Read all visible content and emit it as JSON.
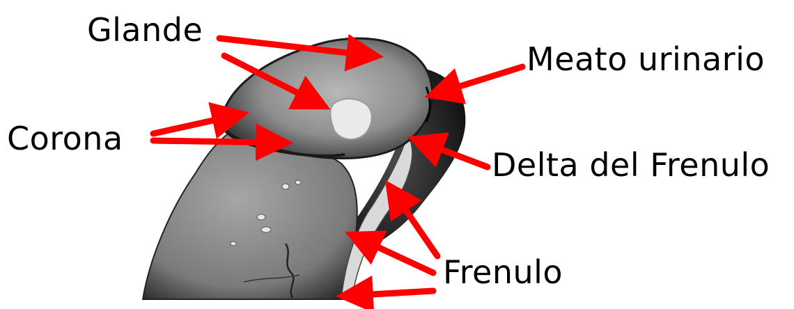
{
  "labels": {
    "glande": "Glande",
    "corona": "Corona",
    "meato": "Meato urinario",
    "delta": "Delta del Frenulo",
    "frenulo": "Frenulo"
  },
  "colors": {
    "arrow": "#ff0000",
    "text": "#000000",
    "background": "#ffffff"
  }
}
